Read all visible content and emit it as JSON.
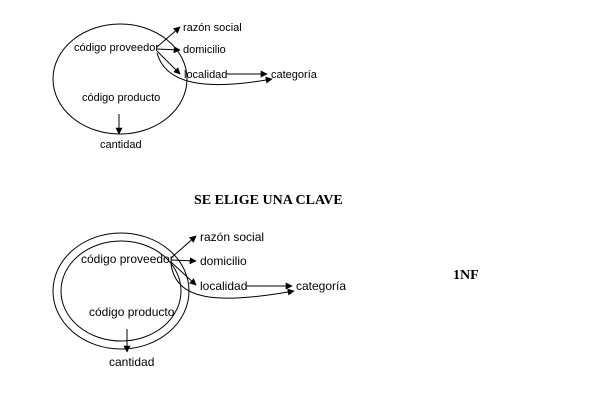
{
  "diagram1": {
    "labels": {
      "codigo_proveedor": "código proveedor",
      "codigo_producto": "código producto",
      "razon_social": "razón social",
      "domicilio": "domicilio",
      "localidad": "localidad",
      "categoria": "categoría",
      "cantidad": "cantidad"
    }
  },
  "heading": "SE ELIGE UNA CLAVE",
  "diagram2": {
    "labels": {
      "codigo_proveedor": "código proveedor",
      "codigo_producto": "código producto",
      "razon_social": "razón social",
      "domicilio": "domicilio",
      "localidad": "localidad",
      "categoria": "categoría",
      "cantidad": "cantidad"
    },
    "normal_form": "1NF"
  }
}
